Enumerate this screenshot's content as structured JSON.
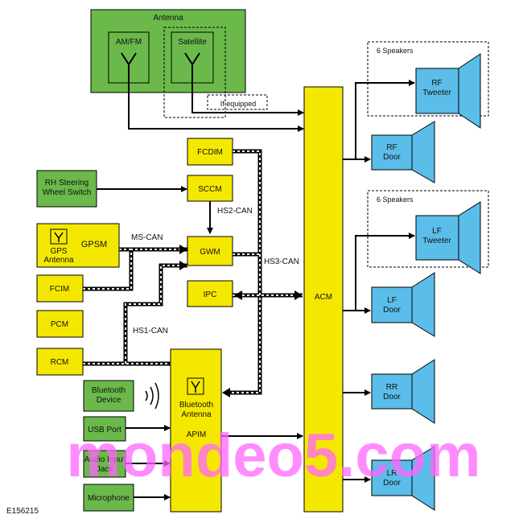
{
  "antenna": {
    "title": "Antenna",
    "amfm": "AM/FM",
    "satellite": "Satellite",
    "if_equipped": "If equipped"
  },
  "speakers": {
    "group_label": "6 Speakers",
    "rf_tweeter": [
      "RF",
      "Tweeter"
    ],
    "rf_door": [
      "RF",
      "Door"
    ],
    "lf_tweeter": [
      "LF",
      "Tweeter"
    ],
    "lf_door": [
      "LF",
      "Door"
    ],
    "rr_door": [
      "RR",
      "Door"
    ],
    "lr_door": [
      "LR",
      "Door"
    ]
  },
  "modules": {
    "fcdim": "FCDIM",
    "sccm": "SCCM",
    "gwm": "GWM",
    "ipc": "IPC",
    "acm": "ACM",
    "gpsm": "GPSM",
    "gps_antenna": [
      "GPS",
      "Antenna"
    ],
    "fcim": "FCIM",
    "pcm": "PCM",
    "rcm": "RCM",
    "apim": "APIM",
    "bluetooth_antenna": [
      "Bluetooth",
      "Antenna"
    ],
    "rh_switch": [
      "RH Steering",
      "Wheel Switch"
    ],
    "bt_device": [
      "Bluetooth",
      "Device"
    ],
    "usb_port": "USB Port",
    "audio_jack": [
      "Audio  Input",
      "Jack"
    ],
    "microphone": "Microphone"
  },
  "buses": {
    "hs2": "HS2-CAN",
    "ms": "MS-CAN",
    "hs3": "HS3-CAN",
    "hs1": "HS1-CAN"
  },
  "watermark": "mondeo5.com",
  "figure_id": "E156215",
  "colors": {
    "green": "#6ab94a",
    "yellow": "#f5e800",
    "blue": "#5bbde9",
    "watermark": "#ff66ff"
  }
}
